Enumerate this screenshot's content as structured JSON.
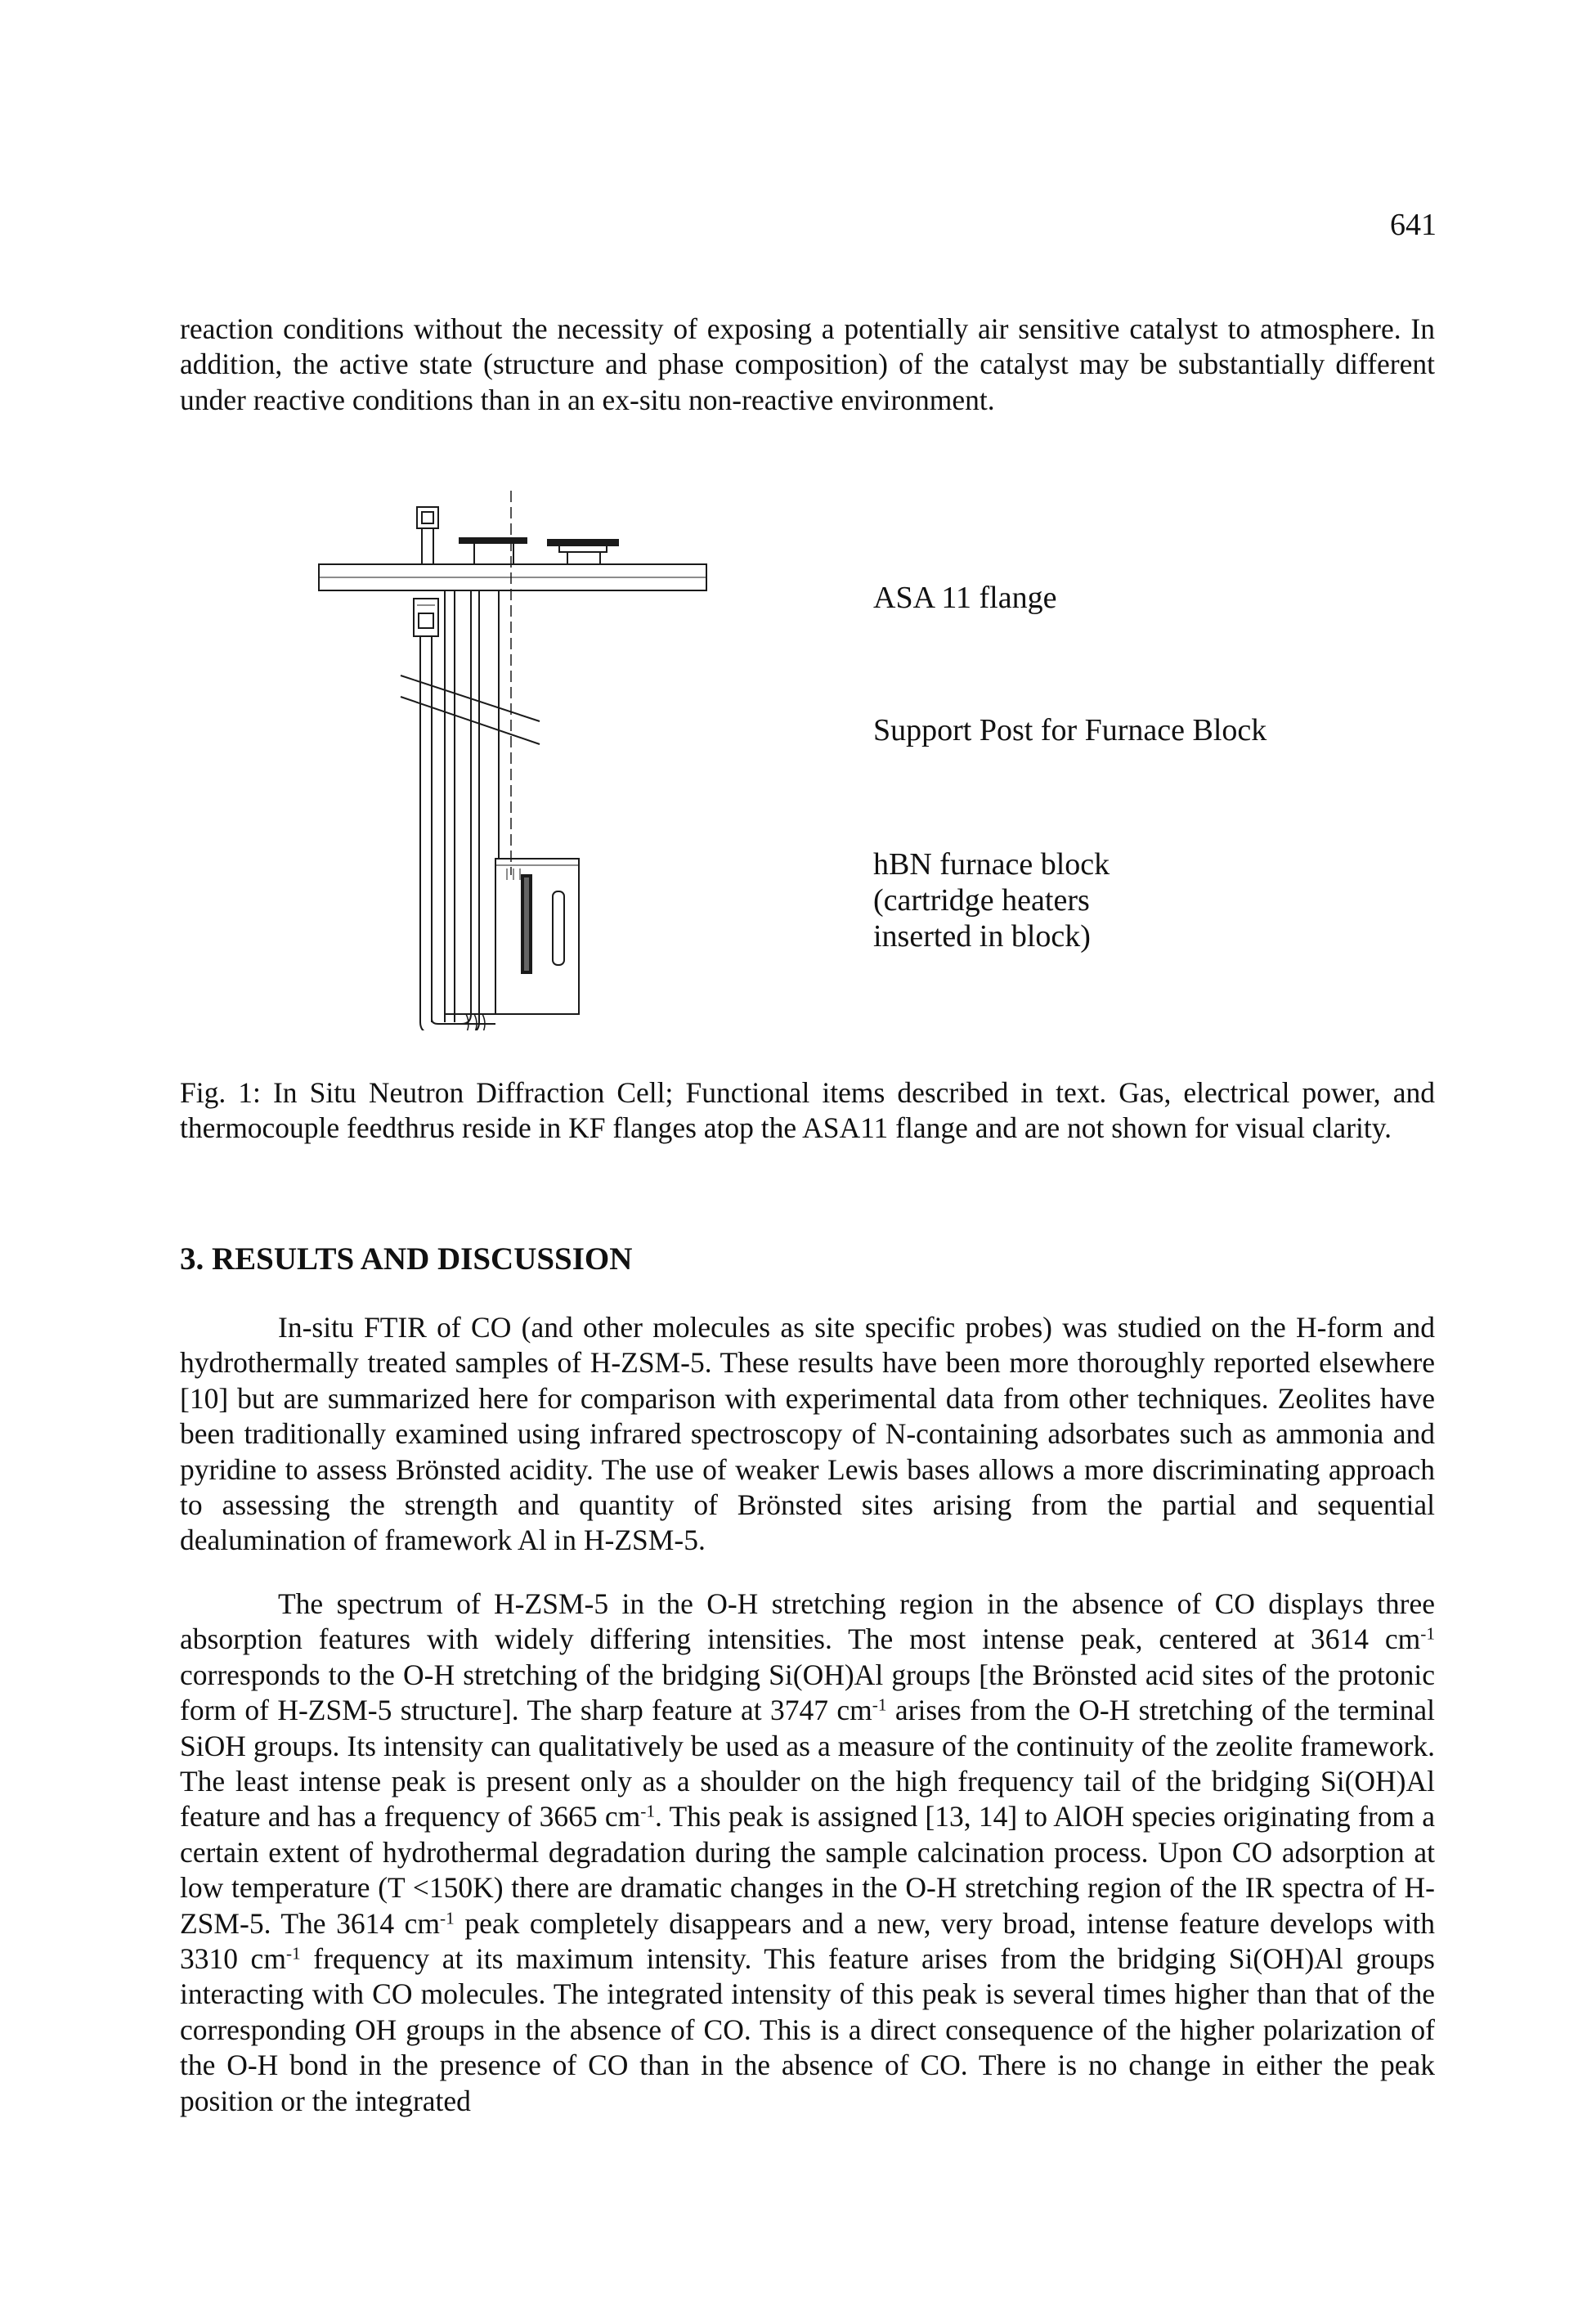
{
  "page_number": "641",
  "intro": "reaction conditions without the necessity of exposing a potentially air sensitive catalyst to atmosphere. In addition, the active state (structure and phase composition) of the catalyst may be substantially different under reactive conditions than in an ex-situ non-reactive environment.",
  "figure": {
    "callouts": {
      "flange": "ASA 11 flange",
      "support_post": "Support Post for Furnace Block",
      "furnace_line1": "hBN furnace block",
      "furnace_line2": "(cartridge heaters",
      "furnace_line3": "inserted  in block)"
    },
    "caption": "Fig. 1: In Situ Neutron Diffraction Cell; Functional items described in text. Gas, electrical power, and thermocouple feedthrus reside in KF flanges atop the ASA11 flange and are not shown for visual clarity."
  },
  "section": {
    "heading": "3. RESULTS AND DISCUSSION",
    "para1": "In-situ FTIR of CO (and other molecules as site specific probes) was studied on the H-form and hydrothermally treated samples of H-ZSM-5. These results have been more thoroughly reported elsewhere [10] but are summarized here for comparison with experimental data from other techniques. Zeolites have been traditionally examined using infrared spectroscopy of N-containing adsorbates such as ammonia and pyridine to assess Brönsted acidity. The use of weaker Lewis bases allows a more discriminating approach to assessing the strength and quantity of Brönsted sites arising from the partial and sequential dealumination of framework Al in H-ZSM-5.",
    "para2": {
      "s01": "The spectrum of H-ZSM-5 in the O-H stretching region in the absence of CO displays three absorption features with widely differing intensities. The most intense peak, centered at 3614 cm",
      "s02": " corresponds to the O-H stretching of the bridging Si(OH)Al groups [the Brönsted acid sites of the protonic form of H-ZSM-5 structure]. The sharp feature at 3747 cm",
      "s03": " arises from the O-H stretching of the terminal SiOH groups. Its intensity can qualitatively be used as a measure of the continuity of the zeolite framework. The least intense peak is present only as a shoulder on the high frequency tail of the bridging Si(OH)Al feature and has a frequency of 3665 cm",
      "s04": ". This peak is assigned [13, 14] to AlOH species originating from a certain extent of hydrothermal degradation during the sample calcination process. Upon CO adsorption at low temperature (T <150K) there are dramatic changes in the O-H stretching region of the IR spectra of H-ZSM-5. The 3614 cm",
      "s05": " peak completely disappears and a new, very broad, intense feature develops with 3310 cm",
      "s06": " frequency at its maximum intensity. This feature arises from the bridging Si(OH)Al groups interacting with CO molecules. The integrated intensity of this peak is several times higher than that of the corresponding OH groups in the absence of CO. This is a direct consequence of the higher polarization of the O-H bond in the presence of CO than in the absence of CO. There is no change in either the peak position or the integrated",
      "exponent": "-1"
    }
  }
}
